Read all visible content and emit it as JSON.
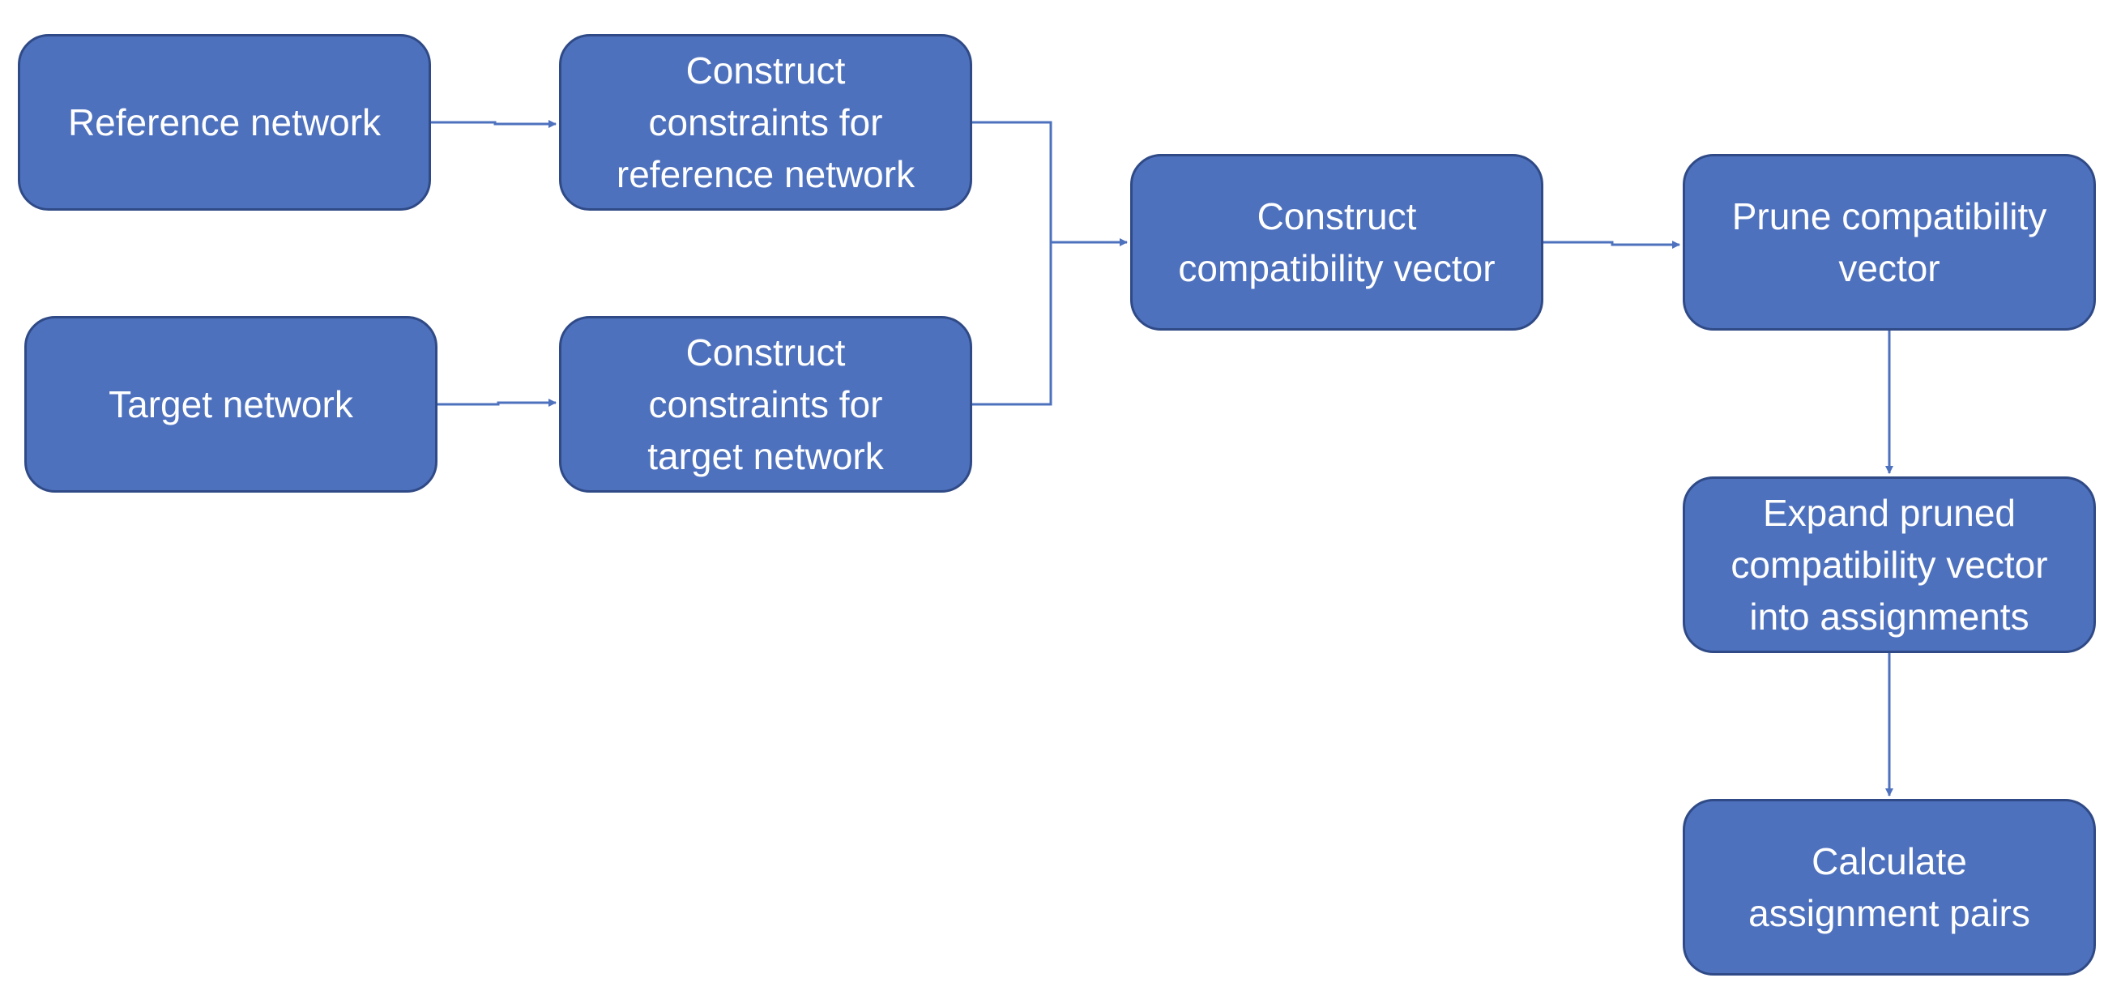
{
  "colors": {
    "node_fill": "#4e71be",
    "node_border": "#2f4a86",
    "node_text": "#ffffff",
    "connector": "#4e71be",
    "background": "#ffffff"
  },
  "nodes": {
    "reference_network": "Reference network",
    "target_network": "Target network",
    "constraints_reference": "Construct\nconstraints for\nreference network",
    "constraints_target": "Construct\nconstraints for\ntarget network",
    "compatibility_vector": "Construct\ncompatibility vector",
    "prune_vector": "Prune compatibility\nvector",
    "expand_vector": "Expand pruned\ncompatibility vector\ninto assignments",
    "assignment_pairs": "Calculate\nassignment pairs"
  },
  "edges": [
    {
      "from": "reference_network",
      "to": "constraints_reference"
    },
    {
      "from": "target_network",
      "to": "constraints_target"
    },
    {
      "from": "constraints_reference",
      "to": "compatibility_vector"
    },
    {
      "from": "constraints_target",
      "to": "compatibility_vector"
    },
    {
      "from": "compatibility_vector",
      "to": "prune_vector"
    },
    {
      "from": "prune_vector",
      "to": "expand_vector"
    },
    {
      "from": "expand_vector",
      "to": "assignment_pairs"
    }
  ]
}
